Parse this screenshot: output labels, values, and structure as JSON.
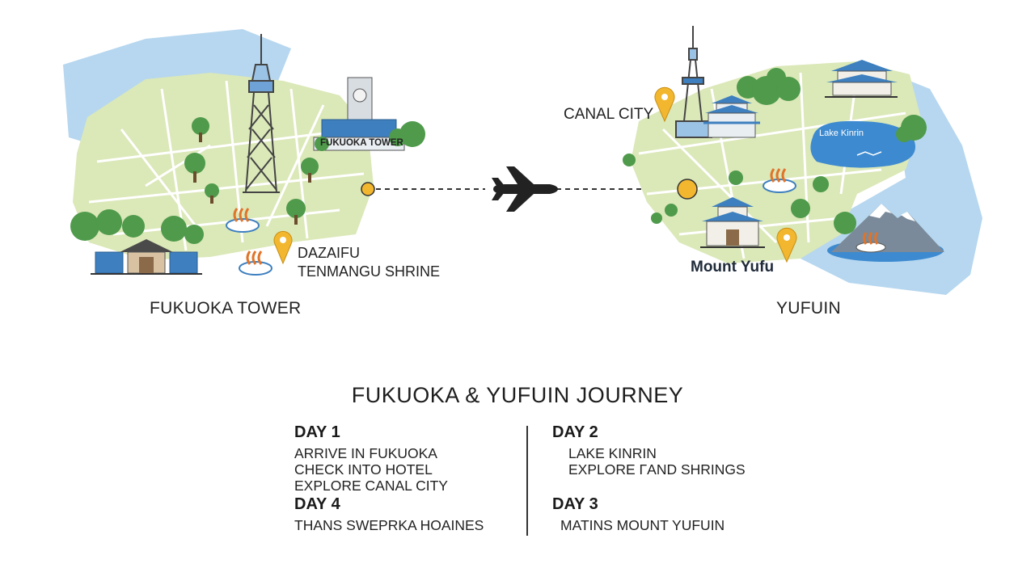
{
  "left_map": {
    "region_label": "FUKUOKA TOWER",
    "building_sign": "FUKUOKA TOWER",
    "poi_line1": "DAZAIFU",
    "poi_line2": "TENMANGU SHRINE"
  },
  "right_map": {
    "region_label": "YUFUIN",
    "canal_label": "CANAL CITY",
    "lake_label": "Lake Kinrin",
    "mount_label": "Mount Yufu"
  },
  "route": {
    "icon": "airplane-icon"
  },
  "journey": {
    "title": "FUKUOKA & YUFUIN JOURNEY",
    "day1": {
      "heading": "DAY 1",
      "lines": [
        "ARRIVE IN FUKUOKA",
        "CHECK INTO HOTEL",
        "EXPLORE CANAL CITY"
      ]
    },
    "day2": {
      "heading": "DAY 2",
      "lines": [
        "LAKE KINRIN",
        "EXPLORE ΓAND SHRINGS"
      ]
    },
    "day3": {
      "heading": "DAY 3",
      "lines": [
        "MATINS MOUNT YUFUIN"
      ]
    },
    "day4": {
      "heading": "DAY 4",
      "lines": [
        "THANS ЅWEPRKA HOAINES"
      ]
    }
  },
  "colors": {
    "water": "#b6d7ef",
    "land": "#dbe8b8",
    "tree": "#4f9a4b",
    "pin": "#f2b72e",
    "building": "#3d7fbf"
  }
}
